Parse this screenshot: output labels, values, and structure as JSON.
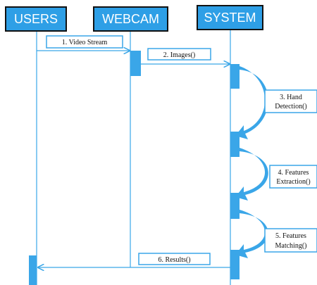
{
  "colors": {
    "actor_fill": "#2e9fe6",
    "actor_border": "#111111",
    "line": "#3aa6e8",
    "activation": "#3aa6e8",
    "message_box_border": "#3aa6e8"
  },
  "actors": [
    {
      "id": "users",
      "label": "USERS"
    },
    {
      "id": "webcam",
      "label": "WEBCAM"
    },
    {
      "id": "system",
      "label": "SYSTEM"
    }
  ],
  "messages": [
    {
      "id": "video-stream",
      "label": "1. Video Stream",
      "from": "users",
      "to": "webcam"
    },
    {
      "id": "images",
      "label": "2. Images()",
      "from": "webcam",
      "to": "system"
    },
    {
      "id": "results",
      "label": "6.  Results()",
      "from": "system",
      "to": "users"
    }
  ],
  "self_calls": [
    {
      "id": "hand-detection",
      "line1": "3. Hand",
      "line2": "Detection()"
    },
    {
      "id": "features-extraction",
      "line1": "4. Features",
      "line2": "Extraction()"
    },
    {
      "id": "features-matching",
      "line1": "5. Features",
      "line2": "Matching()"
    }
  ]
}
